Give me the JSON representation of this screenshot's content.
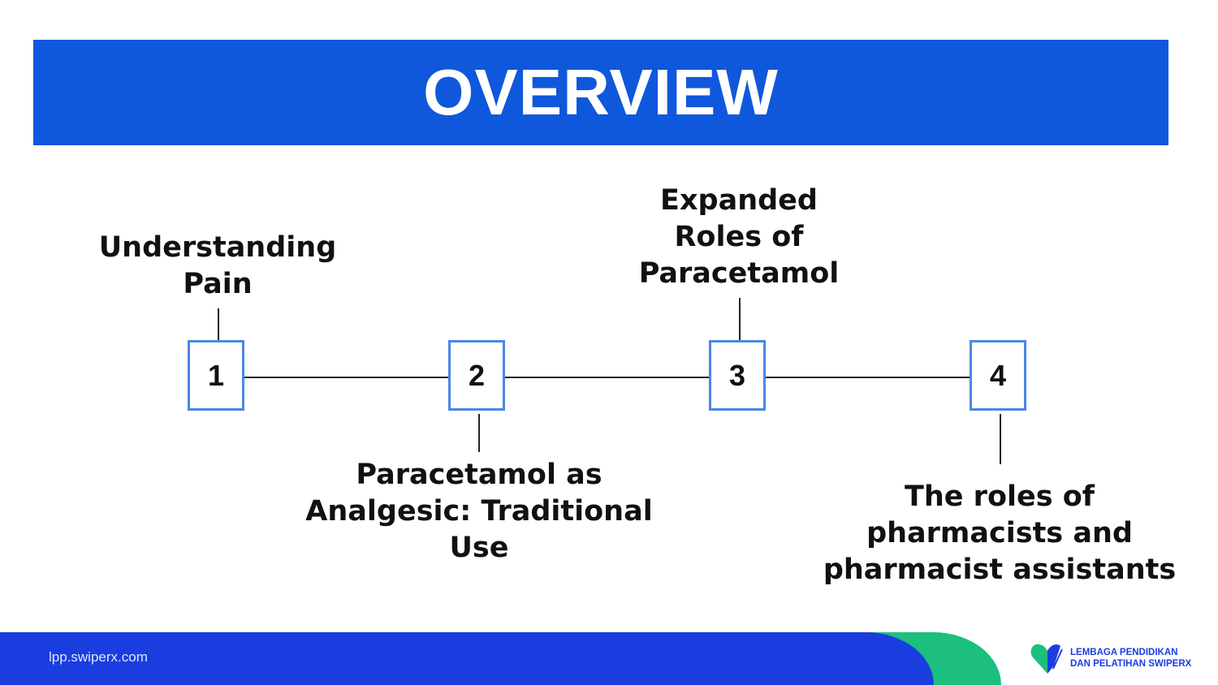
{
  "header": {
    "title": "OVERVIEW"
  },
  "steps": [
    {
      "number": "1",
      "label": "Understanding\nPain"
    },
    {
      "number": "2",
      "label": "Paracetamol as\nAnalgesic: Traditional\nUse"
    },
    {
      "number": "3",
      "label": "Expanded\nRoles of\nParacetamol"
    },
    {
      "number": "4",
      "label": "The roles of\npharmacists and\npharmacist assistants"
    }
  ],
  "footer": {
    "url": "lpp.swiperx.com",
    "logo_line1": "LEMBAGA PENDIDIKAN",
    "logo_line2": "DAN PELATIHAN SWIPERX"
  },
  "colors": {
    "header": "#0f58dc",
    "box_border": "#4a86e8",
    "footer_blue": "#1a3de0",
    "footer_green": "#1cbf7e"
  }
}
